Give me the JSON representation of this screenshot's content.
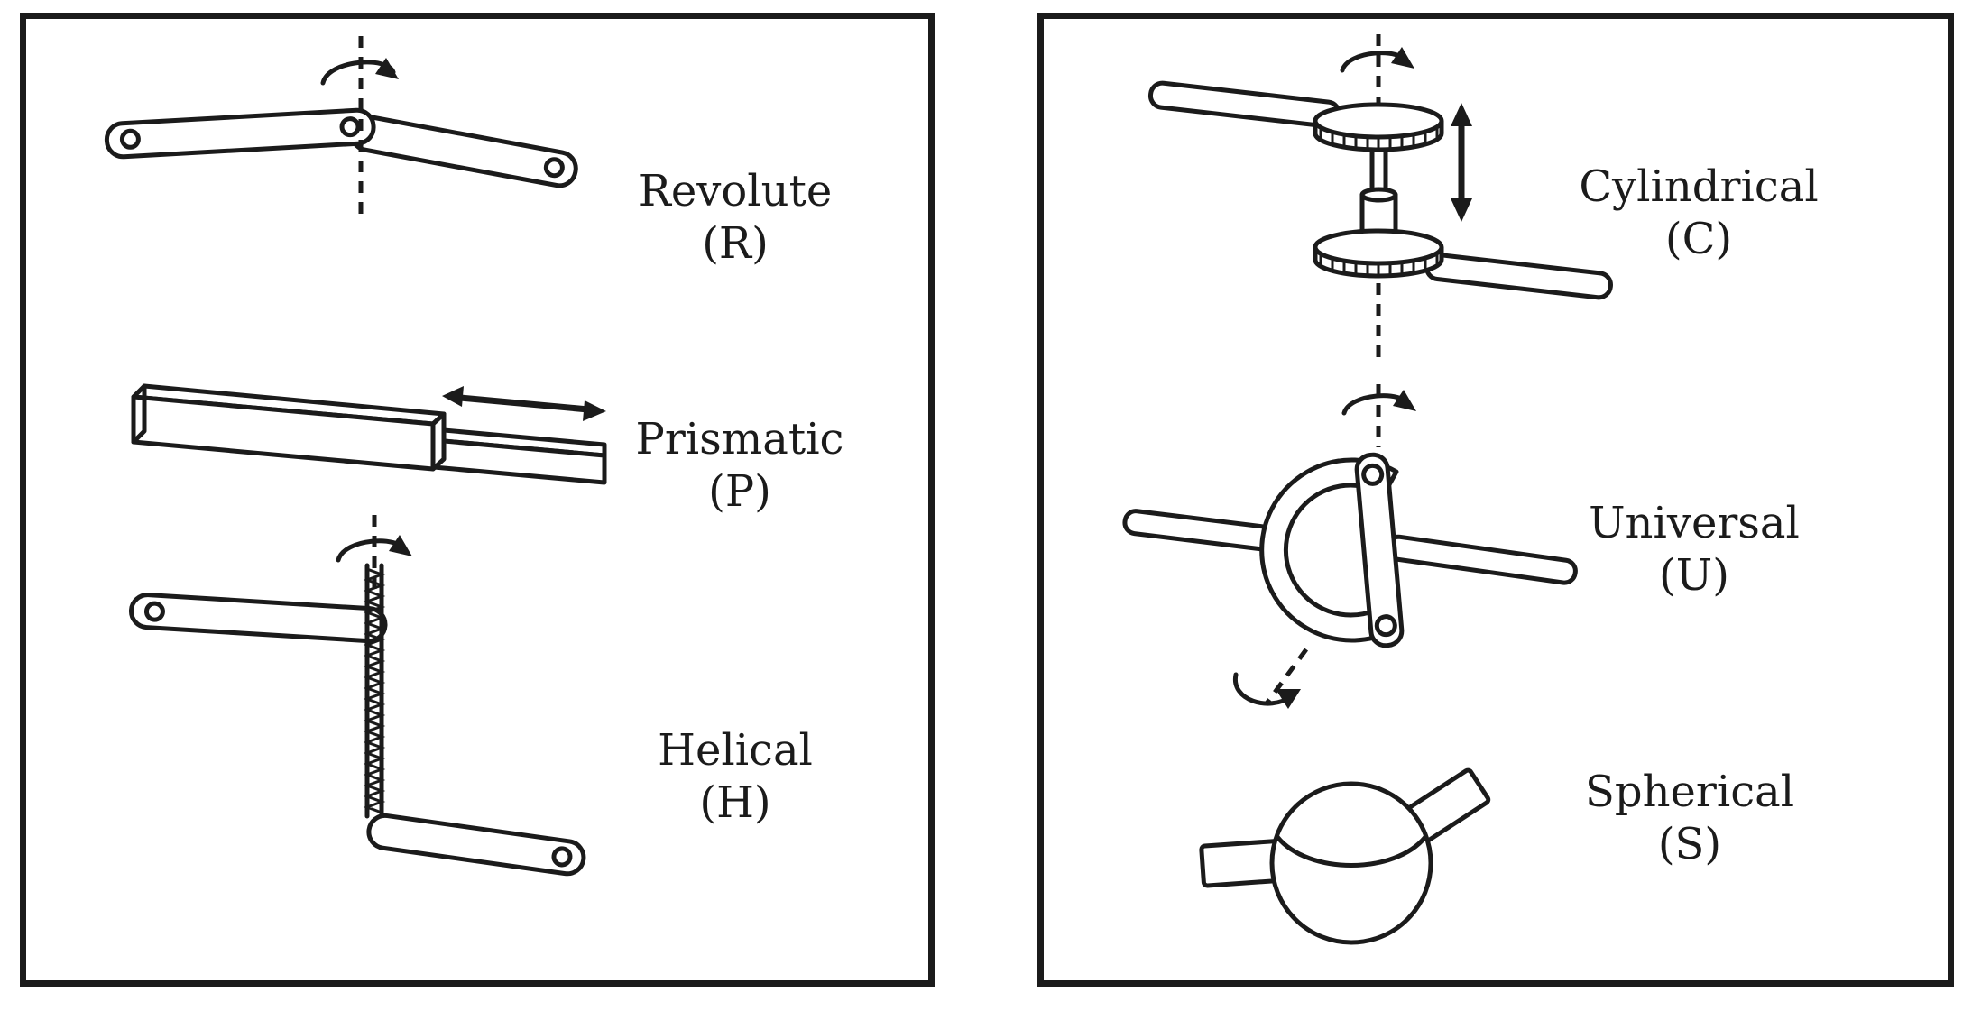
{
  "panels": [
    {
      "joints": [
        {
          "name": "Revolute",
          "symbol": "(R)",
          "icon": "revolute-joint"
        },
        {
          "name": "Prismatic",
          "symbol": "(P)",
          "icon": "prismatic-joint"
        },
        {
          "name": "Helical",
          "symbol": "(H)",
          "icon": "helical-joint"
        }
      ]
    },
    {
      "joints": [
        {
          "name": "Cylindrical",
          "symbol": "(C)",
          "icon": "cylindrical-joint"
        },
        {
          "name": "Universal",
          "symbol": "(U)",
          "icon": "universal-joint"
        },
        {
          "name": "Spherical",
          "symbol": "(S)",
          "icon": "spherical-joint"
        }
      ]
    }
  ],
  "colors": {
    "ink": "#1b1b1b",
    "background": "#ffffff"
  }
}
